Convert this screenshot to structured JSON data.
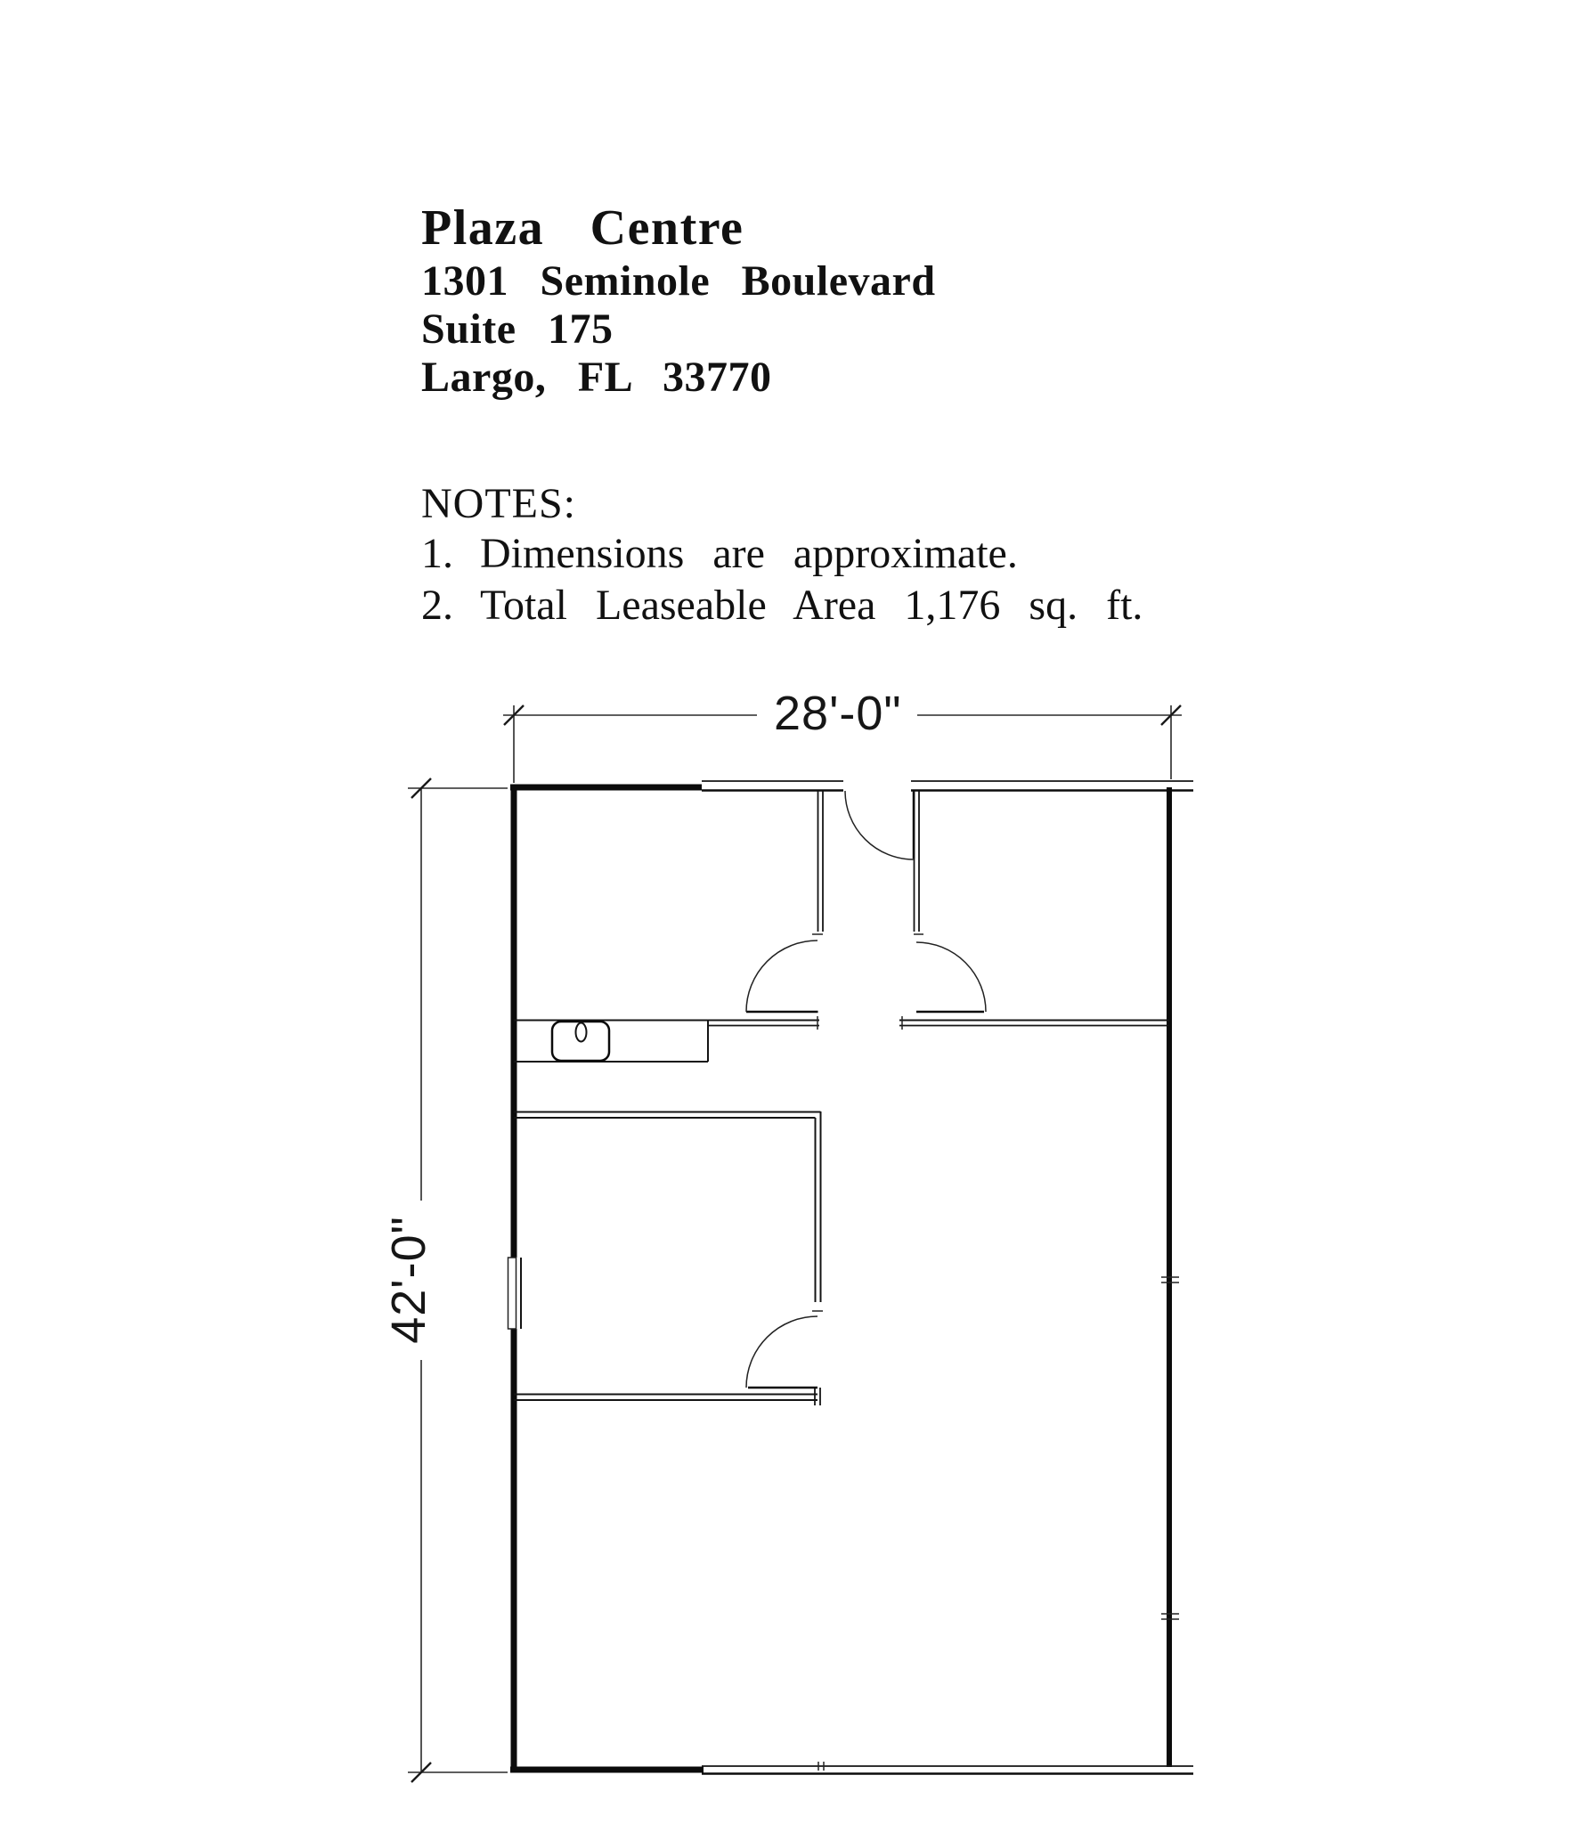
{
  "header": {
    "building_name": "Plaza Centre",
    "address_line1": "1301 Seminole Boulevard",
    "address_line2": "Suite 175",
    "address_line3": "Largo, FL 33770"
  },
  "notes": {
    "heading": "NOTES:",
    "items": [
      {
        "number": "1.",
        "text": "Dimensions are approximate."
      },
      {
        "number": "2.",
        "text": "Total Leaseable Area 1,176 sq. ft."
      }
    ]
  },
  "floor_plan": {
    "width_dimension": "28'-0\"",
    "height_dimension": "42'-0\""
  }
}
